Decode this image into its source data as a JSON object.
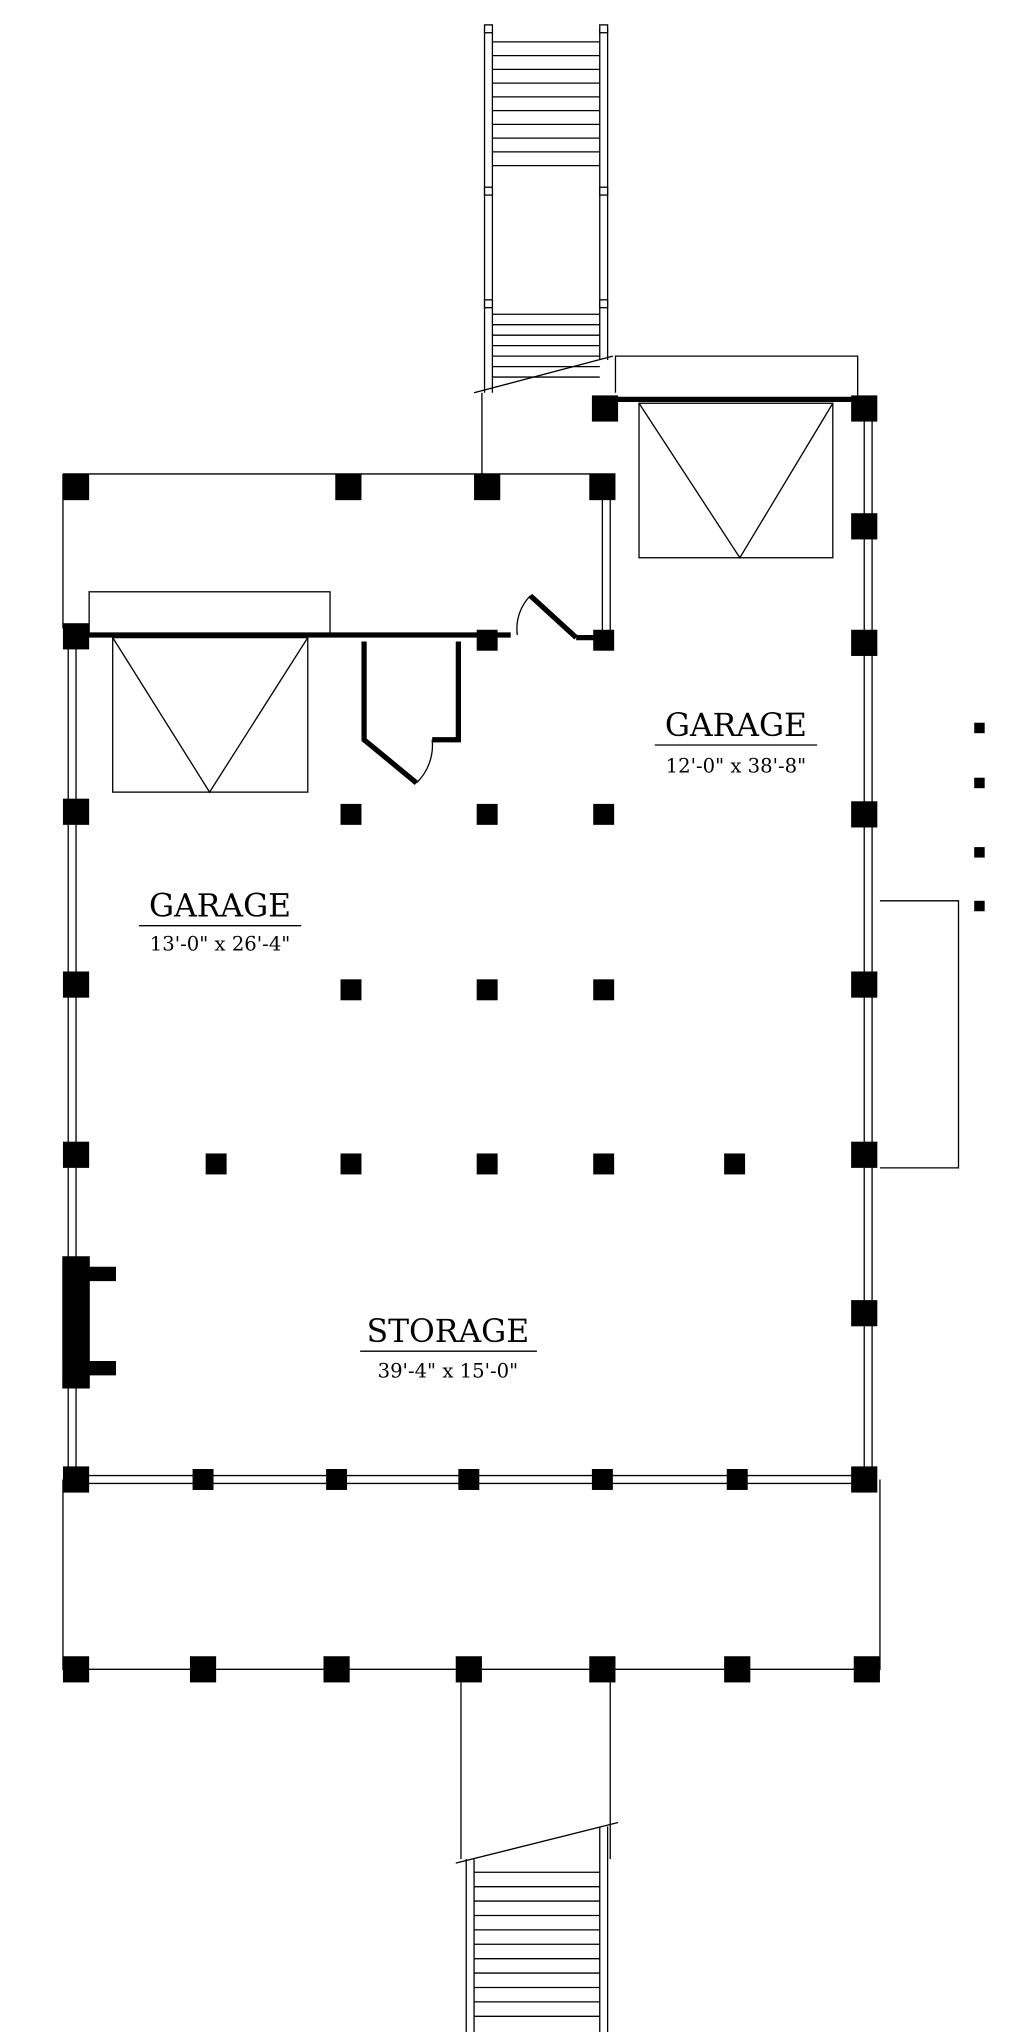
{
  "rooms": [
    {
      "name": "GARAGE",
      "dimensions": "12'-0\" x 38'-8\""
    },
    {
      "name": "GARAGE",
      "dimensions": "13'-0\" x 26'-4\""
    },
    {
      "name": "STORAGE",
      "dimensions": "39'-4\" x 15'-0\""
    }
  ],
  "colors": {
    "line": "#000000",
    "background": "#ffffff"
  }
}
